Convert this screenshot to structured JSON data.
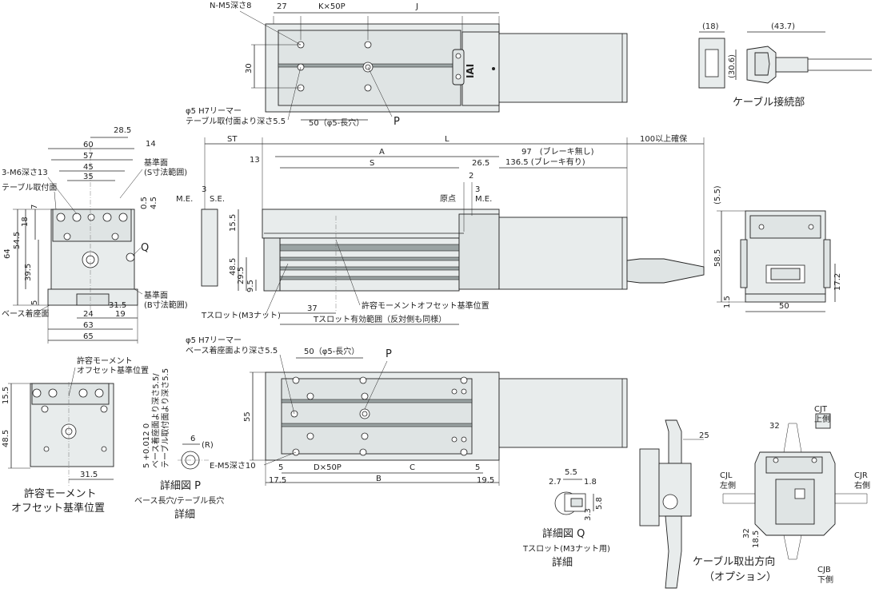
{
  "top_view": {
    "labels": [
      "N-M5深さ8",
      "27",
      "K×50P",
      "J",
      "30",
      "φ5 H7リーマー",
      "テーブル取付面より深さ5.5",
      "50（φ5-長穴）",
      "P"
    ],
    "logo": "IAI"
  },
  "cable_connection": {
    "labels": [
      "(18)",
      "(43.7)",
      "(30.6)"
    ],
    "caption": "ケーブル接続部"
  },
  "end_view_left": {
    "labels": [
      "60",
      "57",
      "45",
      "35",
      "28.5",
      "14",
      "基準面",
      "(S寸法範囲)",
      "3-M6深さ13",
      "テーブル取付面",
      "7",
      "18",
      "54.5",
      "64",
      "39.5",
      "5",
      "0.5",
      "4.5",
      "Q",
      "ベース着座面",
      "24",
      "31.5",
      "19",
      "基準面",
      "(B寸法範囲)",
      "63",
      "65"
    ]
  },
  "side_view": {
    "labels": [
      "ST",
      "L",
      "100以上確保",
      "13",
      "A",
      "97　(ブレーキ無し)",
      "136.5 (ブレーキ有り)",
      "S",
      "26.5",
      "2",
      "3",
      "M.E.",
      "S.E.",
      "原点",
      "3",
      "M.E.",
      "15.5",
      "48.5",
      "29.5",
      "9.5",
      "37",
      "Tスロット(M3ナット)",
      "許容モーメントオフセット基準位置",
      "Tスロット有効範囲（反対側も同様）",
      "(5.5)",
      "58.5",
      "17.2",
      "1.5",
      "50"
    ]
  },
  "moment_view": {
    "labels": [
      "許容モーメント",
      "オフセット基準位置",
      "15.5",
      "48.5",
      "31.5"
    ],
    "caption_1": "許容モーメント",
    "caption_2": "オフセット基準位置"
  },
  "detail_p": {
    "labels": [
      "5 +0.012 0",
      "ベース着座面より深さ5.5/",
      "テーブル取付面より深さ5.5",
      "6",
      "(R)"
    ],
    "caption_1": "詳細図 P",
    "caption_2": "ベース長穴/テーブル長穴",
    "caption_3": "詳細"
  },
  "bottom_view": {
    "labels": [
      "φ5 H7リーマー",
      "ベース着座面より深さ5.5",
      "50（φ5-長穴）",
      "P",
      "55",
      "E-M5深さ10",
      "5",
      "D×50P",
      "C",
      "5",
      "17.5",
      "B",
      "19.5"
    ]
  },
  "detail_q": {
    "labels": [
      "5.5",
      "2.7",
      "1.8",
      "5.8",
      "3.3"
    ],
    "caption_1": "詳細図 Q",
    "caption_2": "Tスロット(M3ナット用)",
    "caption_3": "詳細"
  },
  "cable_direction": {
    "labels": [
      "25",
      "32",
      "CJT",
      "上側",
      "CJL",
      "左側",
      "CJR",
      "右側",
      "32",
      "18.5",
      "CJB",
      "下側"
    ],
    "caption_1": "ケーブル取出方向",
    "caption_2": "（オプション）"
  }
}
